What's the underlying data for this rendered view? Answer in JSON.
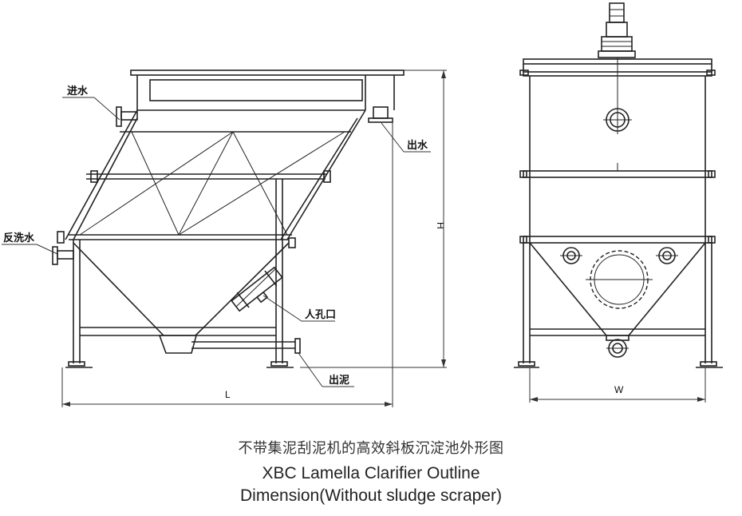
{
  "labels": {
    "inlet": "进水",
    "outlet": "出水",
    "backwash": "反洗水",
    "manhole": "人孔口",
    "sludge_outlet": "出泥"
  },
  "dimensions": {
    "height": "H",
    "length": "L",
    "width": "W"
  },
  "caption": {
    "chinese": "不带集泥刮泥机的高效斜板沉淀池外形图",
    "english_line1": "XBC Lamella Clarifier Outline",
    "english_line2": "Dimension(Without sludge scraper)"
  }
}
